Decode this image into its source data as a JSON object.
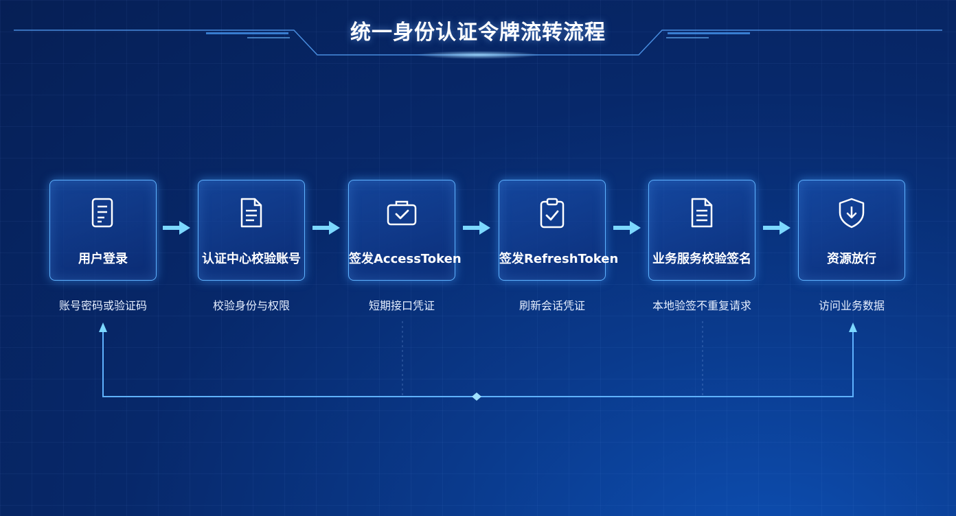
{
  "title": "统一身份认证令牌流转流程",
  "colors": {
    "accent": "#5fb2ff",
    "arrow": "#7cd8ff",
    "background": "#07286a"
  },
  "steps": [
    {
      "label": "用户登录",
      "desc": "账号密码或验证码",
      "icon": "list-document-icon"
    },
    {
      "label": "认证中心校验账号",
      "desc": "校验身份与权限",
      "icon": "document-icon"
    },
    {
      "label": "签发AccessToken",
      "desc": "短期接口凭证",
      "icon": "briefcase-check-icon"
    },
    {
      "label": "签发RefreshToken",
      "desc": "刷新会话凭证",
      "icon": "clipboard-check-icon"
    },
    {
      "label": "业务服务校验签名",
      "desc": "本地验签不重复请求",
      "icon": "document-lines-icon"
    },
    {
      "label": "资源放行",
      "desc": "访问业务数据",
      "icon": "shield-download-icon"
    }
  ]
}
